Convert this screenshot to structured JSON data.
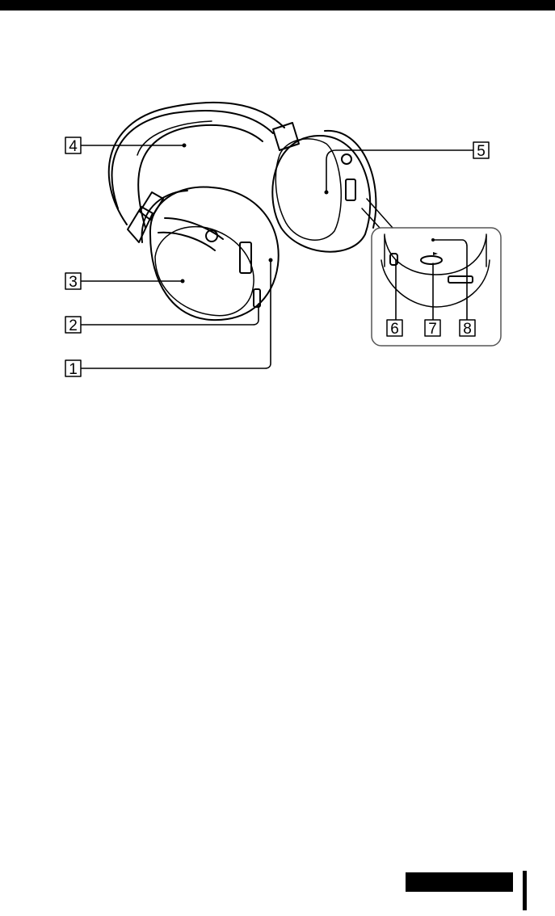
{
  "callouts": [
    {
      "number": "1"
    },
    {
      "number": "2"
    },
    {
      "number": "3"
    },
    {
      "number": "4"
    },
    {
      "number": "5"
    },
    {
      "number": "6"
    },
    {
      "number": "7"
    },
    {
      "number": "8"
    }
  ],
  "colors": {
    "ink": "#000000",
    "detail_border": "#555555",
    "background": "#ffffff"
  }
}
